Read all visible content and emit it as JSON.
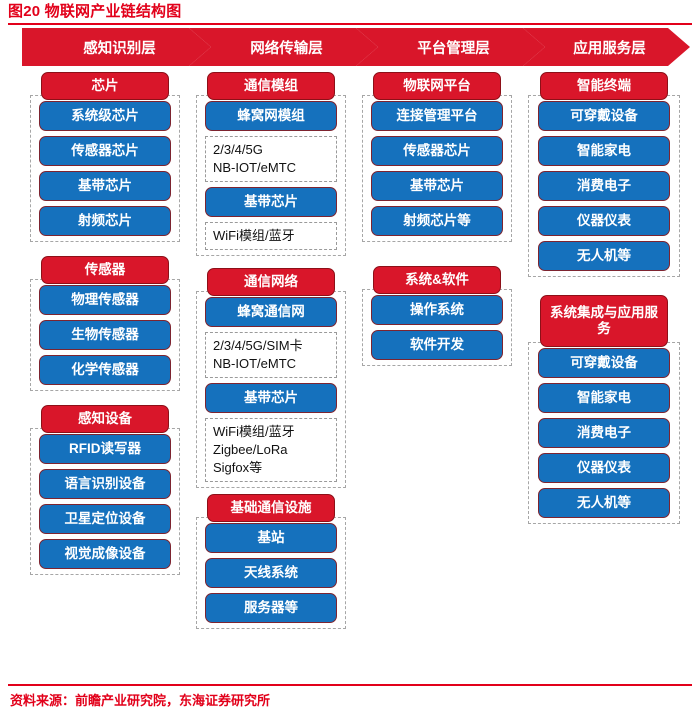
{
  "title": "图20  物联网产业链结构图",
  "colors": {
    "red": "#d9162a",
    "blue": "#1571bd",
    "title_red": "#e2001a",
    "dash_gray": "#a6a6a6",
    "text_dark": "#111111"
  },
  "banner": {
    "layers": [
      {
        "label": "感知识别层"
      },
      {
        "label": "网络传输层"
      },
      {
        "label": "平台管理层"
      },
      {
        "label": "应用服务层"
      }
    ]
  },
  "columns": [
    {
      "id": "perception",
      "groups": [
        {
          "header": "芯片",
          "items": [
            {
              "kind": "blue",
              "label": "系统级芯片"
            },
            {
              "kind": "blue",
              "label": "传感器芯片"
            },
            {
              "kind": "blue",
              "label": "基带芯片"
            },
            {
              "kind": "blue",
              "label": "射频芯片"
            }
          ]
        },
        {
          "header": "传感器",
          "items": [
            {
              "kind": "blue",
              "label": "物理传感器"
            },
            {
              "kind": "blue",
              "label": "生物传感器"
            },
            {
              "kind": "blue",
              "label": "化学传感器"
            }
          ]
        },
        {
          "header": "感知设备",
          "items": [
            {
              "kind": "blue",
              "label": "RFID读写器"
            },
            {
              "kind": "blue",
              "label": "语言识别设备"
            },
            {
              "kind": "blue",
              "label": "卫星定位设备"
            },
            {
              "kind": "blue",
              "label": "视觉成像设备"
            }
          ]
        }
      ]
    },
    {
      "id": "network",
      "groups": [
        {
          "header": "通信模组",
          "items": [
            {
              "kind": "blue",
              "label": "蜂窝网模组"
            },
            {
              "kind": "text",
              "lines": [
                "2/3/4/5G",
                "NB-IOT/eMTC"
              ]
            },
            {
              "kind": "blue",
              "label": "基带芯片"
            },
            {
              "kind": "text",
              "lines": [
                "WiFi模组/蓝牙"
              ]
            }
          ]
        },
        {
          "header": "通信网络",
          "items": [
            {
              "kind": "blue",
              "label": "蜂窝通信网"
            },
            {
              "kind": "text",
              "lines": [
                "2/3/4/5G/SIM卡",
                "NB-IOT/eMTC"
              ]
            },
            {
              "kind": "blue",
              "label": "基带芯片"
            },
            {
              "kind": "text",
              "lines": [
                "WiFi模组/蓝牙",
                "Zigbee/LoRa",
                "Sigfox等"
              ]
            }
          ]
        },
        {
          "header": "基础通信设施",
          "items": [
            {
              "kind": "blue",
              "label": "基站"
            },
            {
              "kind": "blue",
              "label": "天线系统"
            },
            {
              "kind": "blue",
              "label": "服务器等"
            }
          ]
        }
      ]
    },
    {
      "id": "platform",
      "groups": [
        {
          "header": "物联网平台",
          "items": [
            {
              "kind": "blue",
              "label": "连接管理平台"
            },
            {
              "kind": "blue",
              "label": "传感器芯片"
            },
            {
              "kind": "blue",
              "label": "基带芯片"
            },
            {
              "kind": "blue",
              "label": "射频芯片等"
            }
          ]
        },
        {
          "header": "系统&软件",
          "items": [
            {
              "kind": "blue",
              "label": "操作系统"
            },
            {
              "kind": "blue",
              "label": "软件开发"
            }
          ]
        }
      ]
    },
    {
      "id": "application",
      "groups": [
        {
          "header": "智能终端",
          "items": [
            {
              "kind": "blue",
              "label": "可穿戴设备"
            },
            {
              "kind": "blue",
              "label": "智能家电"
            },
            {
              "kind": "blue",
              "label": "消费电子"
            },
            {
              "kind": "blue",
              "label": "仪器仪表"
            },
            {
              "kind": "blue",
              "label": "无人机等"
            }
          ]
        },
        {
          "header": "系统集成与应用服务",
          "items": [
            {
              "kind": "blue",
              "label": "可穿戴设备"
            },
            {
              "kind": "blue",
              "label": "智能家电"
            },
            {
              "kind": "blue",
              "label": "消费电子"
            },
            {
              "kind": "blue",
              "label": "仪器仪表"
            },
            {
              "kind": "blue",
              "label": "无人机等"
            }
          ]
        }
      ]
    }
  ],
  "footer": {
    "source": "资料来源：前瞻产业研究院，东海证券研究所"
  }
}
